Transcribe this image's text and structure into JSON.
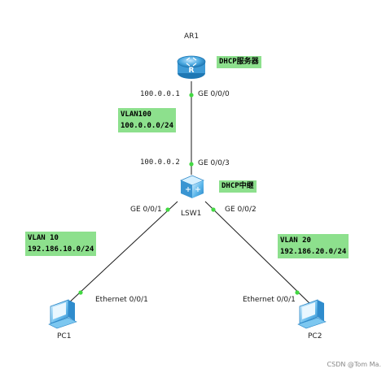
{
  "devices": {
    "router": {
      "name": "AR1",
      "note": "DHCP服务器"
    },
    "switch": {
      "name": "LSW1",
      "note": "DHCP中继"
    },
    "pc1": {
      "name": "PC1"
    },
    "pc2": {
      "name": "PC2"
    }
  },
  "links": {
    "ar1_lsw1": {
      "ar1_ip": "100.0.0.1",
      "ar1_port": "GE 0/0/0",
      "lsw1_ip": "100.0.0.2",
      "lsw1_port": "GE 0/0/3",
      "vlan_note": [
        "VLAN100",
        "100.0.0.0/24"
      ]
    },
    "lsw1_pc1": {
      "lsw1_port": "GE 0/0/1",
      "pc_port": "Ethernet 0/0/1",
      "vlan_note": [
        "VLAN 10",
        "192.186.10.0/24"
      ]
    },
    "lsw1_pc2": {
      "lsw1_port": "GE 0/0/2",
      "pc_port": "Ethernet 0/0/1",
      "vlan_note": [
        "VLAN 20",
        "192.186.20.0/24"
      ]
    }
  },
  "watermark": "CSDN @Tom Ma.",
  "colors": {
    "note_bg": "#8de08d",
    "port_dot": "#43d843",
    "link": "#1a1a1a",
    "device_blue": "#4aa8e0"
  }
}
